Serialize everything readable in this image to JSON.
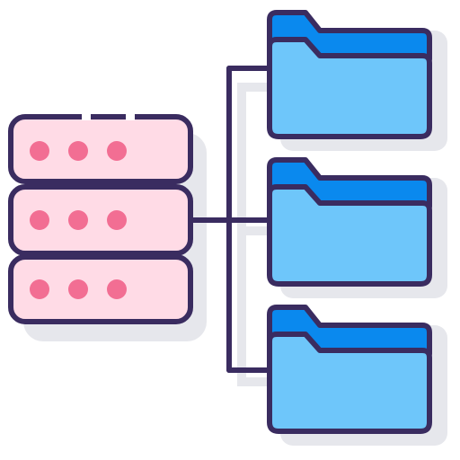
{
  "icon": {
    "name": "server-to-folders-icon",
    "colors": {
      "outline": "#3a2c60",
      "server_fill": "#ffdbe6",
      "server_dot": "#f26e93",
      "folder_tab": "#0a89ee",
      "folder_body": "#6ec6fa",
      "shadow": "#e6e7ec",
      "background": "#ffffff"
    },
    "server": {
      "units": 3,
      "dots_per_unit": 3
    },
    "folders": {
      "count": 3
    }
  }
}
